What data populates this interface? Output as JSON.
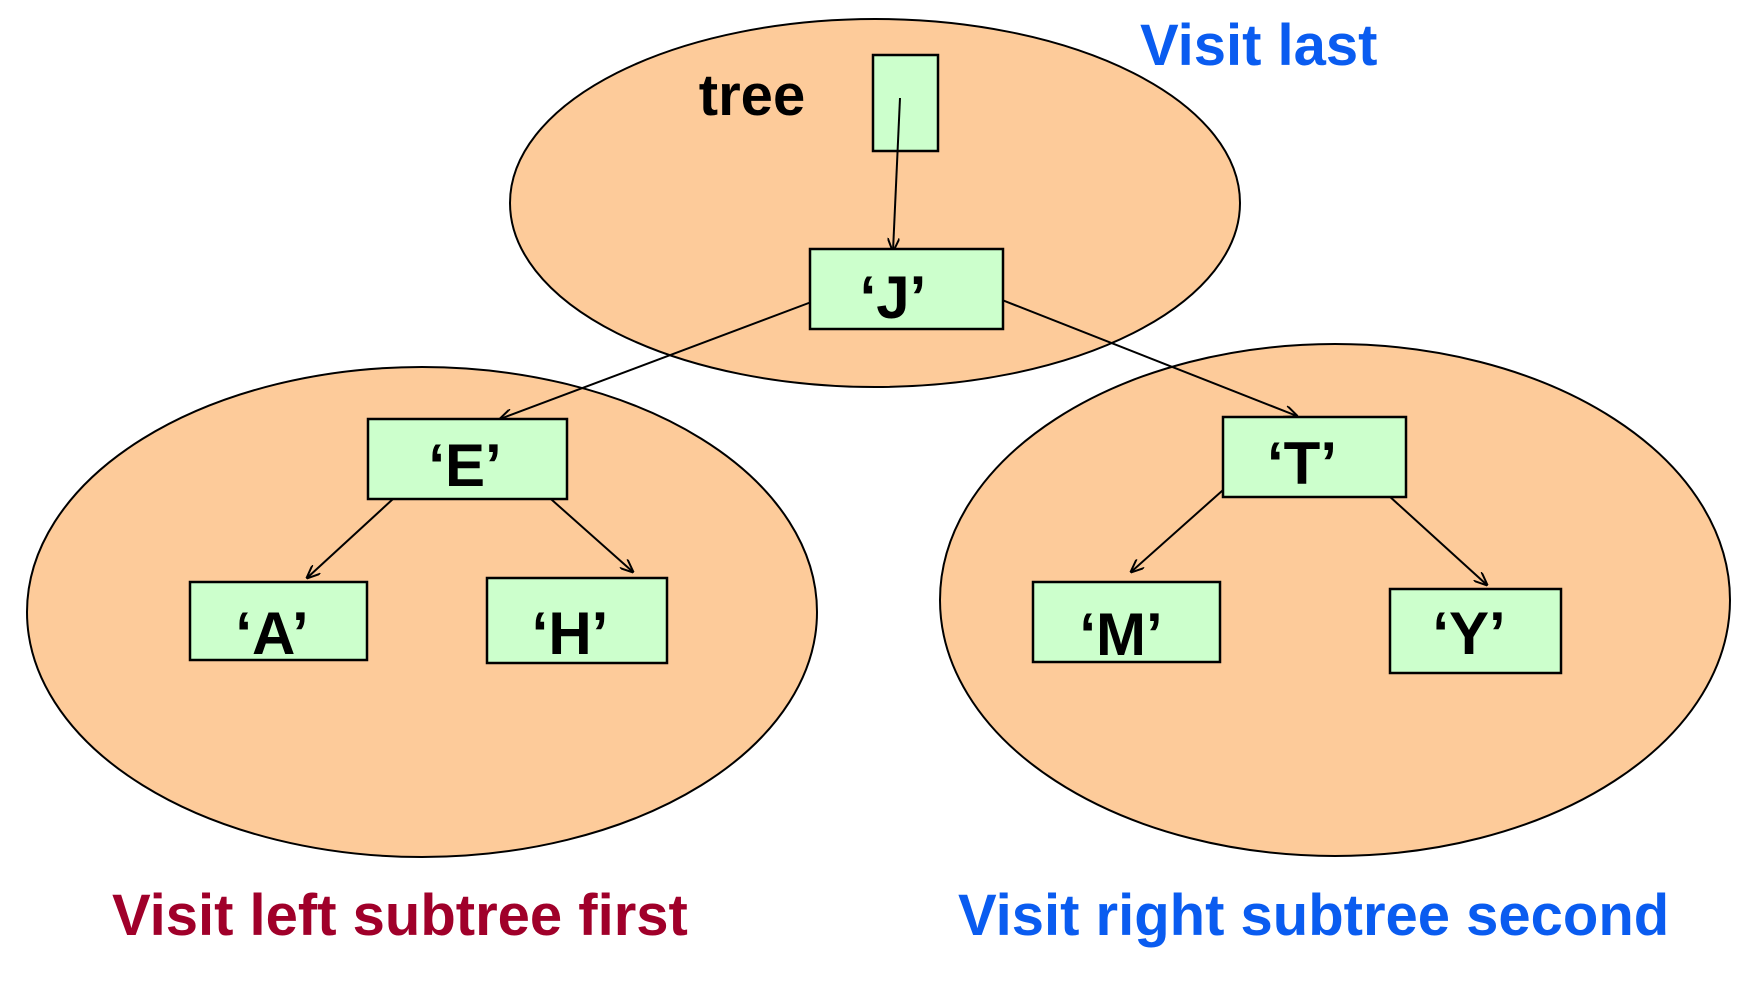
{
  "colors": {
    "region_fill": "#FDCB9A",
    "node_fill": "#CCFFCC",
    "red_caption": "#A0002A",
    "blue_caption": "#0A5CF0"
  },
  "variable": {
    "label": "tree"
  },
  "nodes": {
    "root": "‘J’",
    "left": "‘E’",
    "left_left": "‘A’",
    "left_right": "‘H’",
    "right": "‘T’",
    "right_left": "‘M’",
    "right_right": "‘Y’"
  },
  "captions": {
    "root": "Visit last",
    "left": "Visit left subtree first",
    "right": "Visit right subtree second"
  }
}
